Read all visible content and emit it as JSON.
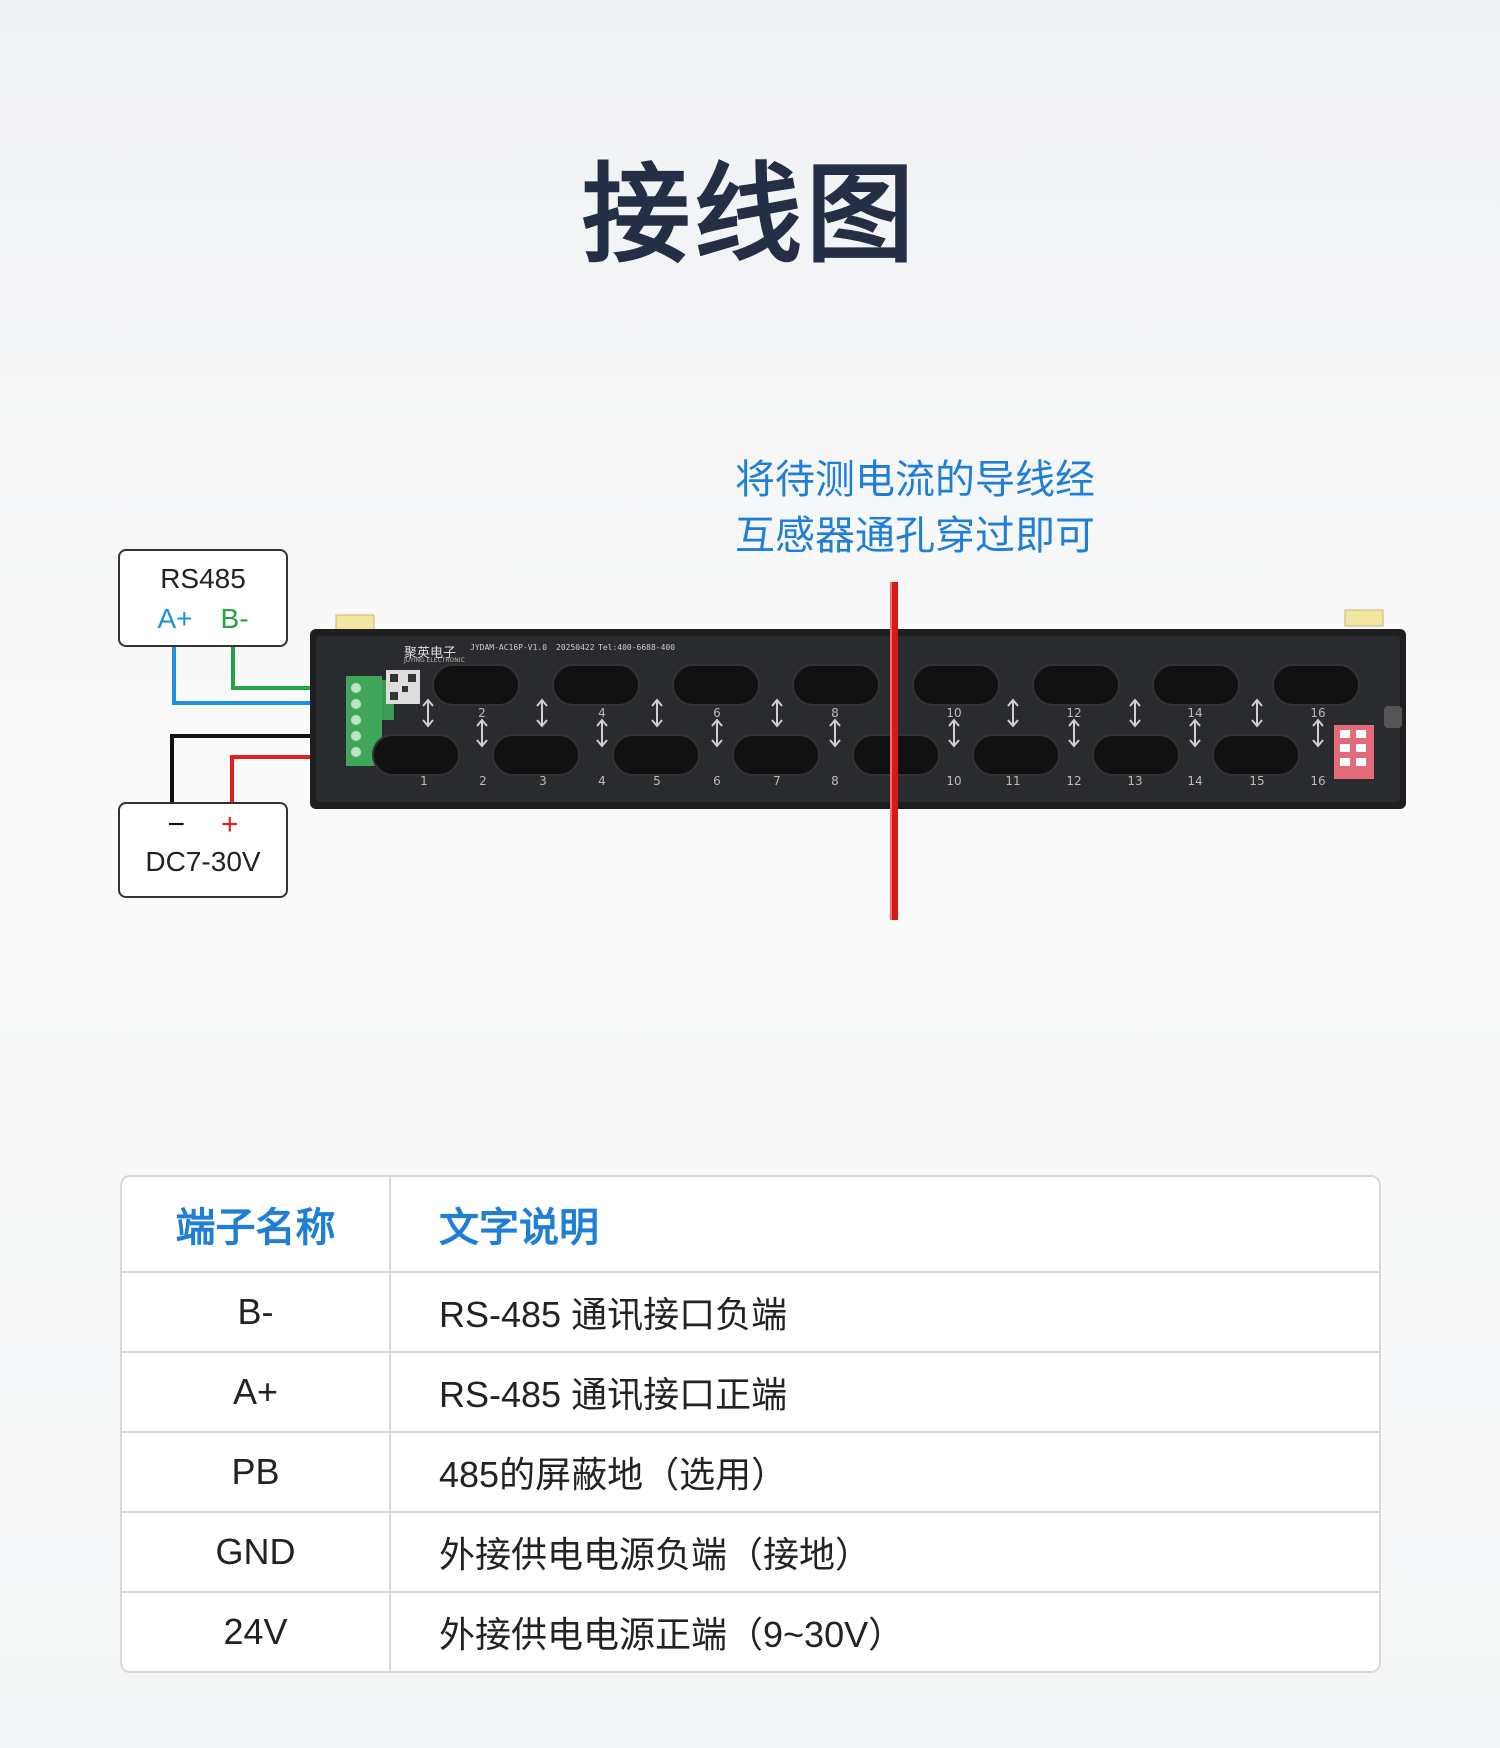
{
  "title": "接线图",
  "instruction": {
    "line1": "将待测电流的导线经",
    "line2": "互感器通孔穿过即可"
  },
  "rs485_box": {
    "label": "RS485",
    "pin_a": "A+",
    "pin_b": "B-"
  },
  "power_box": {
    "minus": "−",
    "plus": "+",
    "label": "DC7-30V"
  },
  "device": {
    "brand": "聚英电子",
    "brand_en": "JUYING ELECTRONIC",
    "model": "JYDAM-AC16P-V1.0",
    "date": "20250422",
    "tel": "Tel:400-6688-400",
    "top_channels": [
      "2",
      "4",
      "6",
      "8",
      "10",
      "12",
      "14",
      "16"
    ],
    "bottom_channels": [
      "1",
      "2",
      "3",
      "4",
      "5",
      "6",
      "7",
      "8",
      "10",
      "11",
      "12",
      "13",
      "14",
      "15",
      "16"
    ]
  },
  "colors": {
    "title": "#242e45",
    "accent": "#1f7fd6",
    "wire_a": "#1f8fe0",
    "wire_b": "#22a24a",
    "wire_gnd": "#111111",
    "wire_vcc": "#e21e1e"
  },
  "table": {
    "headers": [
      "端子名称",
      "文字说明"
    ],
    "rows": [
      {
        "name": "B-",
        "desc": "RS-485 通讯接口负端"
      },
      {
        "name": "A+",
        "desc": "RS-485 通讯接口正端"
      },
      {
        "name": "PB",
        "desc": "485的屏蔽地（选用）"
      },
      {
        "name": "GND",
        "desc": "外接供电电源负端（接地）"
      },
      {
        "name": "24V",
        "desc": "外接供电电源正端（9~30V）"
      }
    ]
  }
}
